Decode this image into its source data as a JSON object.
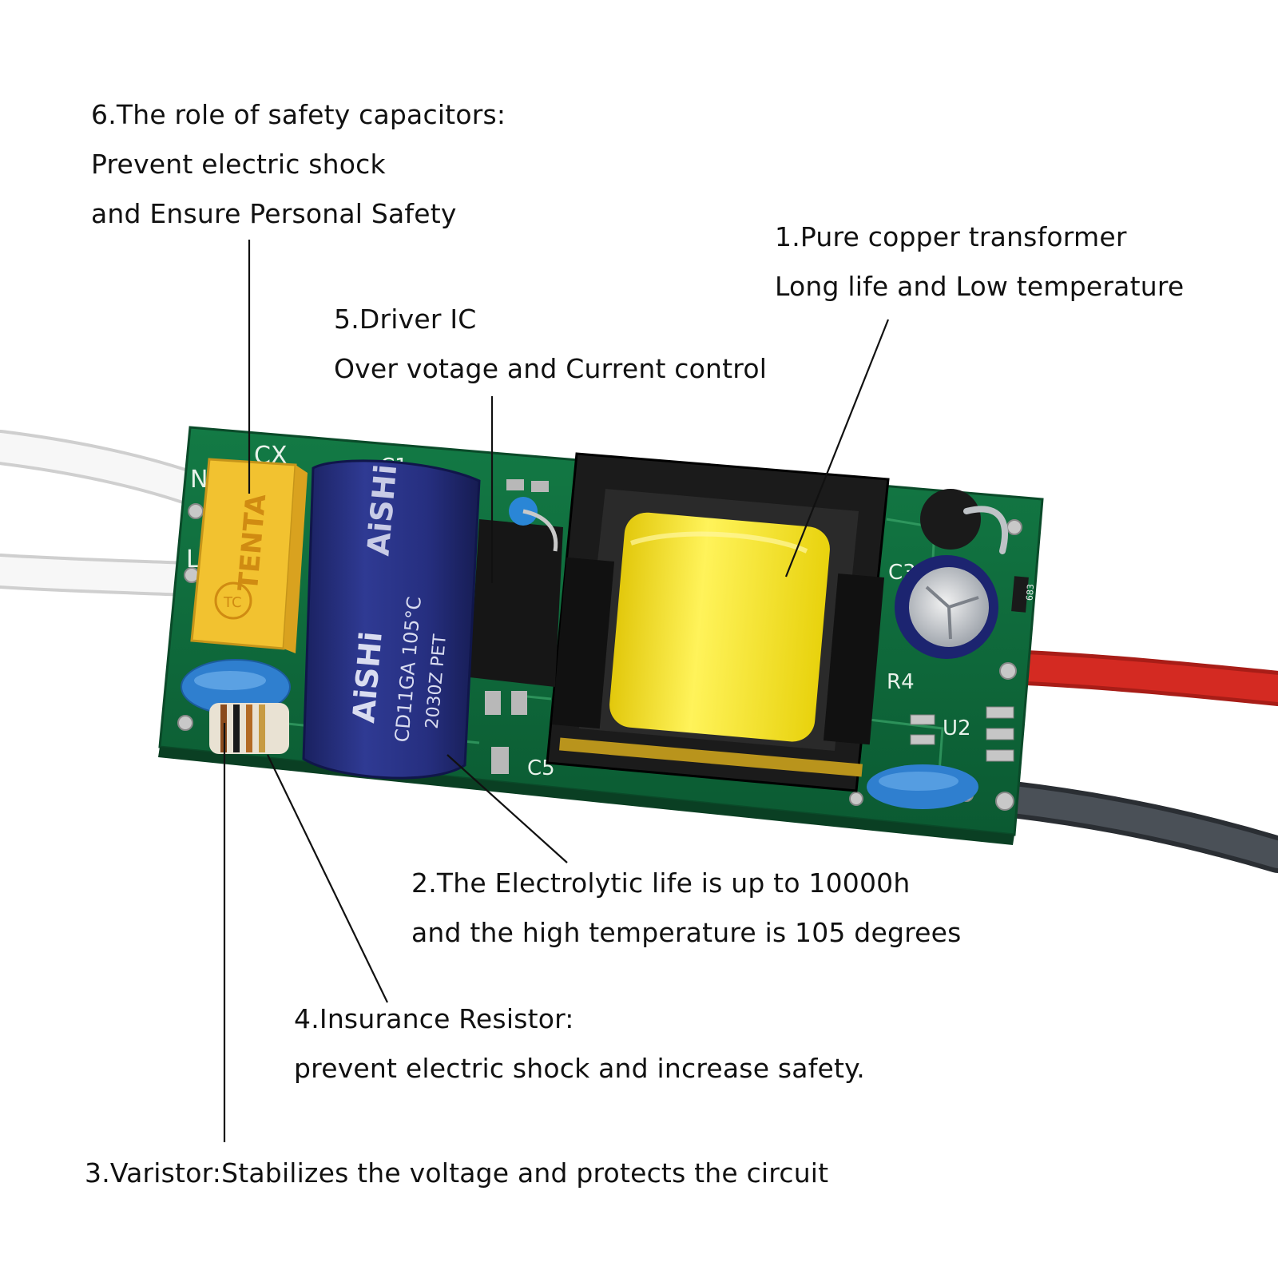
{
  "callouts": {
    "safety_capacitor": {
      "title": "6.The role of safety capacitors:",
      "line2": "Prevent electric shock",
      "line3": "and Ensure Personal Safety"
    },
    "transformer": {
      "title": "1.Pure copper transformer",
      "line2": "Long life and Low temperature"
    },
    "driver_ic": {
      "title": "5.Driver IC",
      "line2": "Over votage and Current control"
    },
    "electrolytic": {
      "title": "2.The Electrolytic life is up to 10000h",
      "line2": "and the high temperature is 105 degrees"
    },
    "insurance_resistor": {
      "title": "4.Insurance Resistor:",
      "line2": "prevent electric shock and increase safety."
    },
    "varistor": {
      "title": "3.Varistor:Stabilizes the voltage and protects the circuit"
    }
  },
  "board": {
    "pcb_labels": {
      "cx": "CX",
      "n": "N",
      "l": "L",
      "c1": "C1",
      "c3": "C3",
      "c5": "C5",
      "r4": "R4",
      "u2": "U2",
      "r683": "683"
    },
    "capacitor_brand": "AiSHi",
    "capacitor_spec": "CD11GA 105°C",
    "capacitor_code": "2030Z PET",
    "safety_cap_brand": "TENTA",
    "safety_cap_mark": "TC"
  },
  "colors": {
    "pcb_green": "#0f6b3d",
    "capacitor_blue": "#232c7a",
    "safety_cap_yellow": "#f2c230",
    "coil_yellow": "#f6e317",
    "ferrite_black": "#1b1b1b",
    "wire_red": "#d42a22",
    "wire_dark": "#3d4349",
    "wire_white": "#f4f4f4",
    "varistor_blue": "#2f7fcf"
  }
}
